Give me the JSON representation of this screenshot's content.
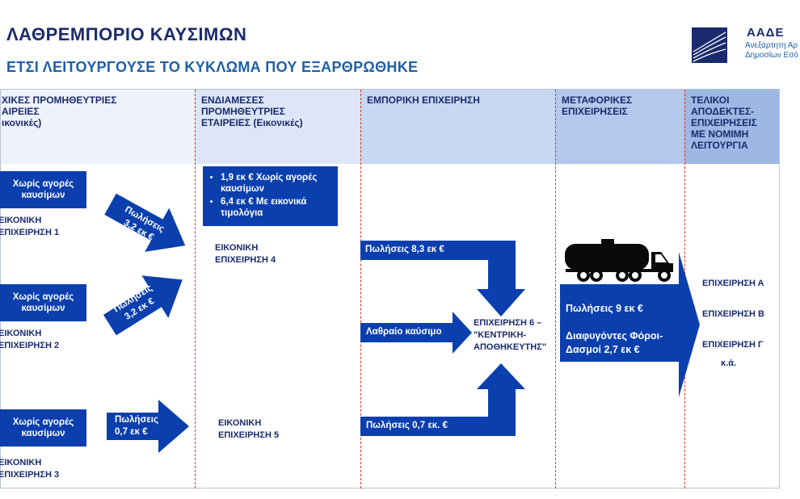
{
  "header": {
    "title": "ΛΑΘΡΕΜΠΟΡΙΟ ΚΑΥΣΙΜΩΝ",
    "subtitle": "ΕΤΣΙ ΛΕΙΤΟΥΡΓΟΥΣΕ ΤΟ ΚΥΚΛΩΜΑ ΠΟΥ ΕΞΑΡΘΡΩΘΗΚΕ"
  },
  "logo": {
    "name": "ΑΑΔΕ",
    "sub_line1": "Ανεξάρτητη Αρ",
    "sub_line2": "Δημοσίων Εσό"
  },
  "colors": {
    "dark_blue": "#0b3fae",
    "title_blue": "#1a2b6d",
    "subtitle_blue": "#1f5fa8",
    "divider_red": "#d9322a"
  },
  "columns": [
    {
      "label": "ΧΙΚΕΣ ΠΡΟΜΗΘΕΥΤΡΙΕΣ\nΑΙΡΕΙΕΣ\nικονικές)"
    },
    {
      "label": "ΕΝΔΙΑΜΕΣΕΣ\nΠΡΟΜΗΘΕΥΤΡΙΕΣ\nΕΤΑΙΡΕΙΕΣ  (Εικονικές)"
    },
    {
      "label": "ΕΜΠΟΡΙΚΗ ΕΠΙΧΕΙΡΗΣΗ"
    },
    {
      "label": "ΜΕΤΑΦΟΡΙΚΕΣ\nΕΠΙΧΕΙΡΗΣΕΙΣ"
    },
    {
      "label": "ΤΕΛΙΚΟΙ\nΑΠΟΔΕΚΤΕΣ-\nΕΠΙΧΕΙΡΗΣΕΙΣ\nΜΕ ΝΟΜΙΜΗ\nΛΕΙΤΟΥΡΓΙΑ"
    }
  ],
  "col1": {
    "box_text": "Χωρίς αγορές\nκαυσίμων",
    "biz1": "ΕΙΚΟΝΙΚΗ\nΕΠΙΧΕΙΡΗΣΗ 1",
    "biz2": "ΕΙΚΟΝΙΚΗ\nΕΠΙΧΕΙΡΗΣΗ 2",
    "biz3": "ΕΙΚΟΝΙΚΗ\nΕΠΙΧΕΙΡΗΣΗ 3",
    "arrow1": "Πωλήσεις\n3,2 εκ €",
    "arrow2": "Πωλήσεις\n3,2 εκ €",
    "arrow3": "Πωλήσεις\n0,7 εκ €"
  },
  "col2": {
    "bullet1": "1,9 εκ € Χωρίς αγορές καυσίμων",
    "bullet2": "6,4 εκ € Με εικονικά τιμολόγια",
    "biz4": "ΕΙΚΟΝΙΚΗ\nΕΠΙΧΕΙΡΗΣΗ 4",
    "biz5": "ΕΙΚΟΝΙΚΗ\nΕΠΙΧΕΙΡΗΣΗ 5"
  },
  "col3": {
    "sales_top": "Πωλήσεις 8,3 εκ €",
    "smuggled": "Λαθραίο καύσιμο",
    "sales_bottom": "Πωλήσεις 0,7 εκ. €",
    "hub": "ΕΠΙΧΕΙΡΗΣΗ 6 –\n\"ΚΕΝΤΡΙΚΗ-\nΑΠΟΘΗΚΕΥΤΗΣ\""
  },
  "col4": {
    "sales": "Πωλήσεις 9 εκ €",
    "evaded": "Διαφυγόντες Φόροι-\nΔασμοί 2,7 εκ €"
  },
  "col5": {
    "biz_a": "ΕΠΙΧΕΙΡΗΣΗ Α",
    "biz_b": "ΕΠΙΧΕΙΡΗΣΗ Β",
    "biz_c": "ΕΠΙΧΕΙΡΗΣΗ Γ",
    "etc": "κ.ά."
  }
}
